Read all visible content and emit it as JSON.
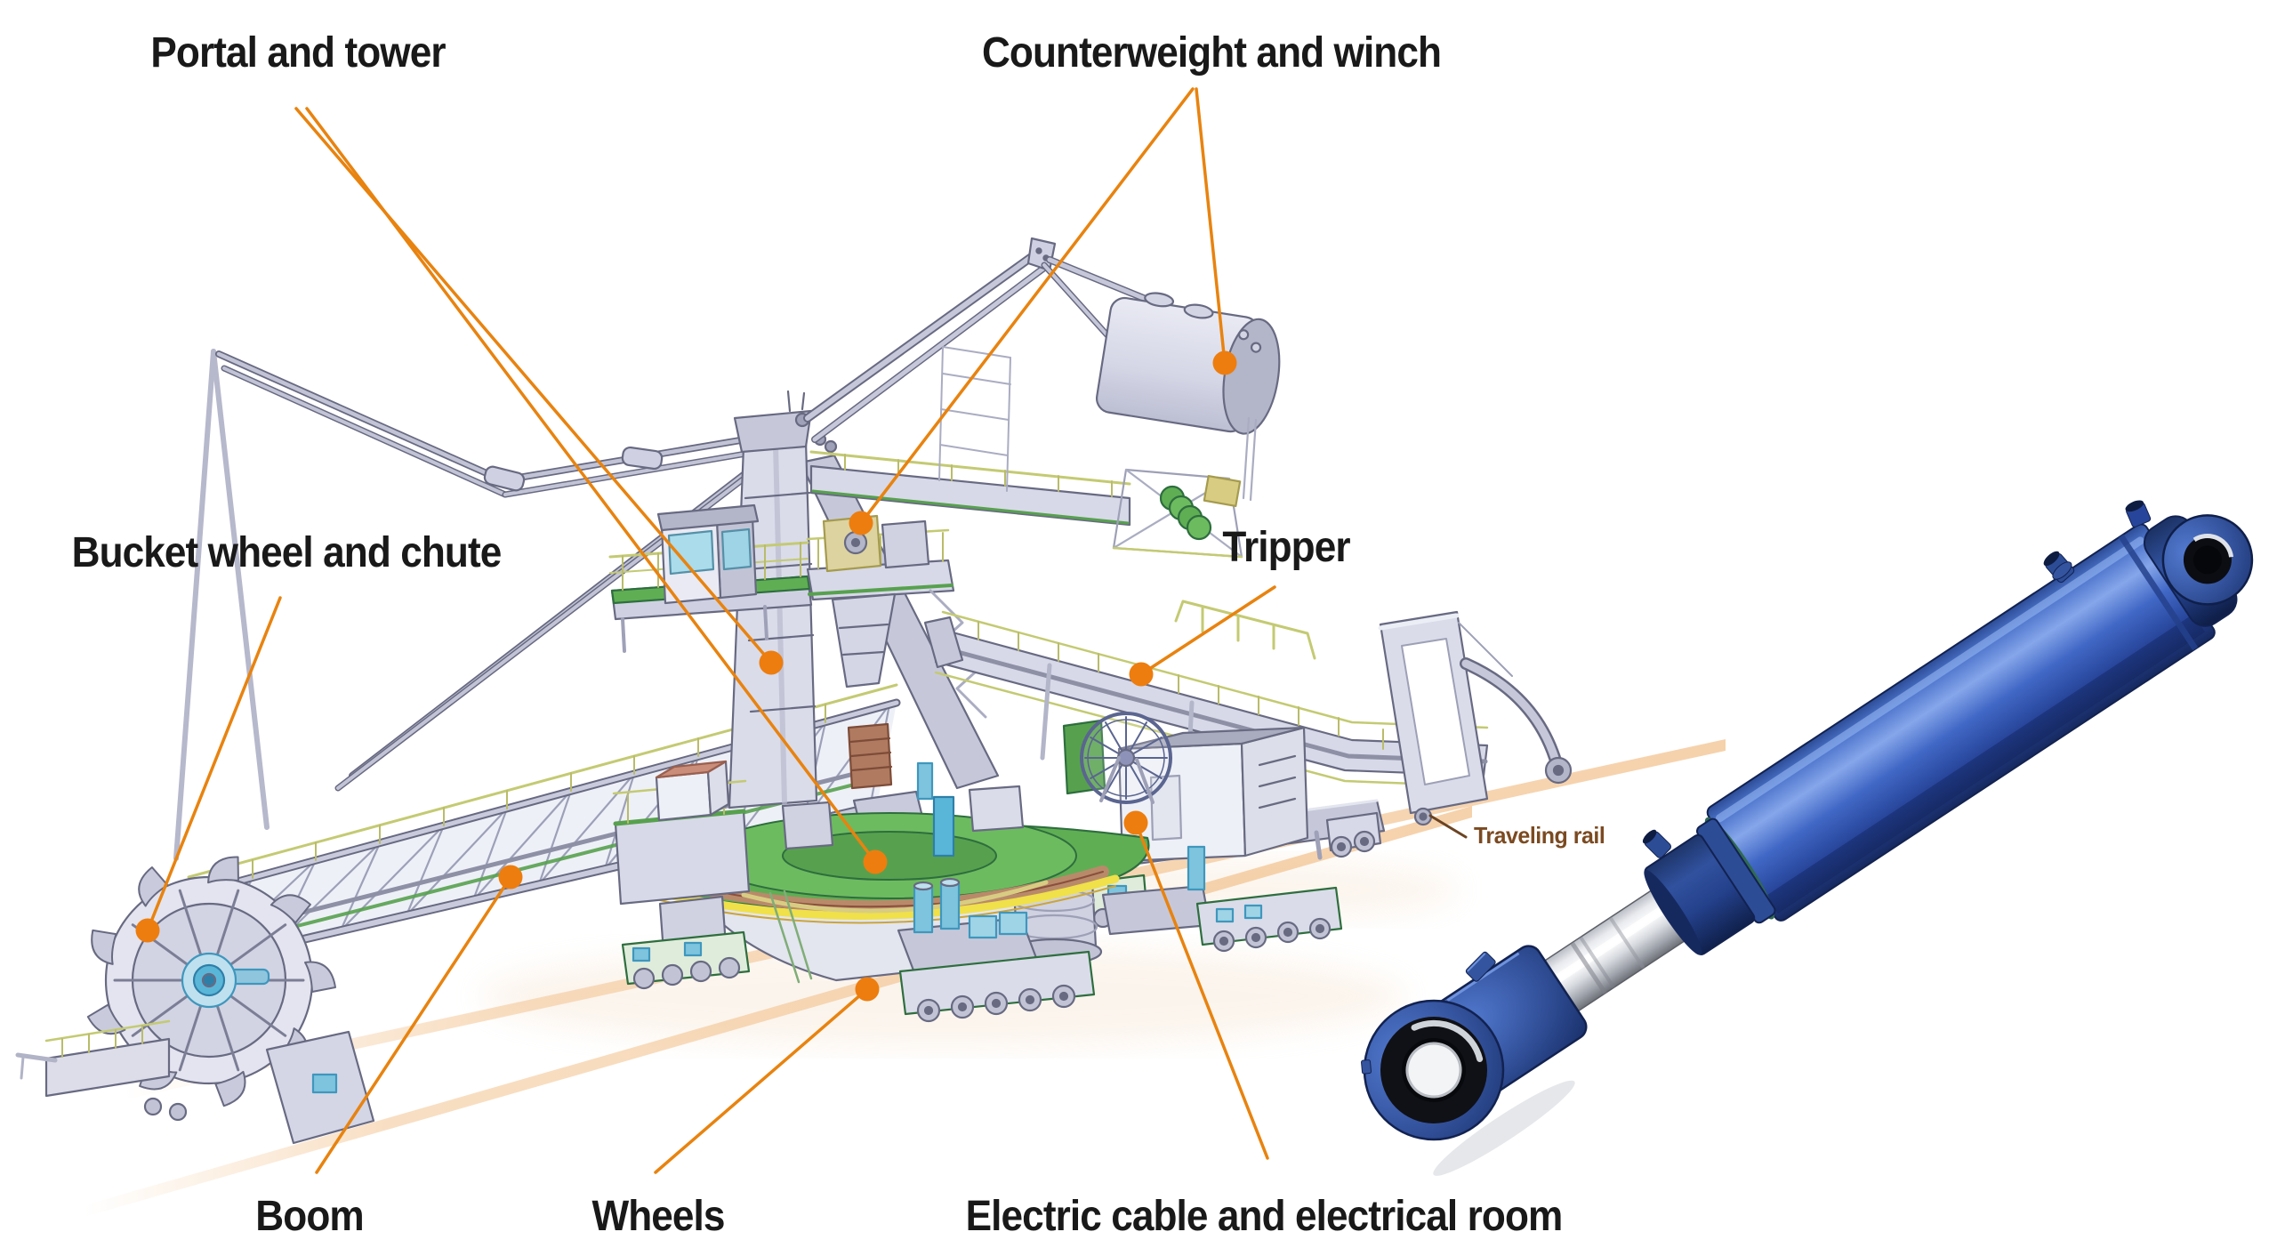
{
  "diagram": {
    "subject": "Bucket wheel stacker-reclaimer component diagram with hydraulic cylinder render",
    "background": "#ffffff",
    "colors": {
      "callout_orange": "#EB7E0E",
      "callout_dot": "#ED7D0E",
      "label_black": "#191919",
      "rail_tan": "#F3C491",
      "traveling_rail_brown": "#7B4A21",
      "machine_gray": "#D7D9E8",
      "deck_green": "#5FAE54",
      "railing_yellow": "#C4CA72",
      "detail_cyan": "#5AB6D9",
      "cylinder_blue": "#3A63BE"
    },
    "callouts": [
      {
        "id": "portal-and-tower",
        "label": "Portal and tower",
        "leader_lines": 2
      },
      {
        "id": "counterweight-and-winch",
        "label": "Counterweight and winch",
        "leader_lines": 2
      },
      {
        "id": "bucket-wheel-and-chute",
        "label": "Bucket wheel and chute",
        "leader_lines": 1
      },
      {
        "id": "tripper",
        "label": "Tripper",
        "leader_lines": 1
      },
      {
        "id": "boom",
        "label": "Boom",
        "leader_lines": 1
      },
      {
        "id": "wheels",
        "label": "Wheels",
        "leader_lines": 1
      },
      {
        "id": "electric-cable-and-electrical-room",
        "label": "Electric cable and electrical room",
        "leader_lines": 1
      }
    ],
    "annotations": [
      {
        "id": "traveling-rail",
        "label": "Traveling rail"
      }
    ]
  }
}
